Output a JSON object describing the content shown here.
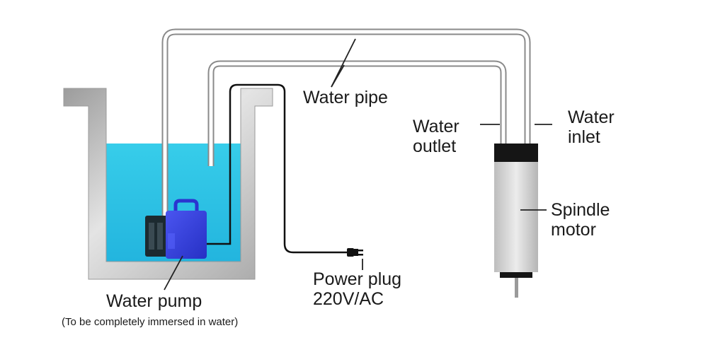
{
  "labels": {
    "water_pipe": "Water pipe",
    "water_outlet": "Water\noutlet",
    "water_inlet": "Water\ninlet",
    "spindle_motor": "Spindle\nmotor",
    "power_plug": "Power plug",
    "power_rating": "220V/AC",
    "water_pump": "Water pump",
    "pump_note": "(To be completely immersed in water)"
  },
  "colors": {
    "water": "#30c6e6",
    "tank": "#c9c9c9",
    "pump": "#3b45e0",
    "motor_body": "#d8d8d8",
    "motor_cap": "#151515"
  }
}
